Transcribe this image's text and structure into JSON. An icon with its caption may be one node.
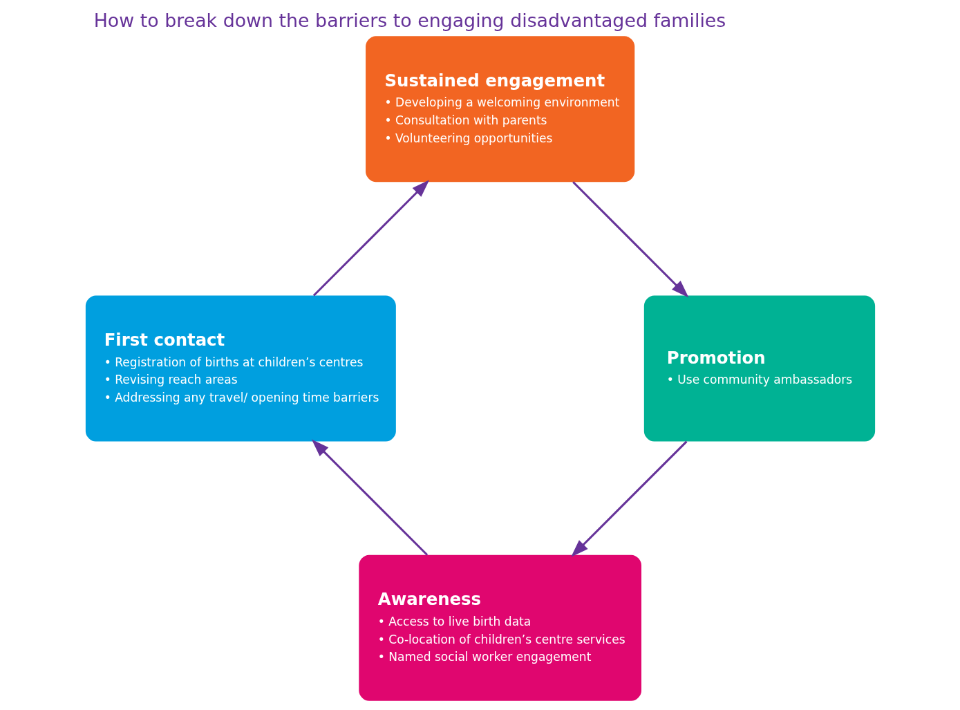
{
  "diagram": {
    "title": "How to break down the barriers to engaging disadvantaged families",
    "nodes": [
      {
        "text": [
          "Awareness",
          "• Access to live birth data",
          "• Co-location of children’s centre services",
          "• Named social worker engagement"
        ]
      },
      {
        "text": [
          "First contact",
          "• Registration of births at children’s centres",
          "• Revising reach areas",
          "• Addressing any travel/ opening time barriers"
        ]
      },
      {
        "text": [
          "Sustained engagement",
          "• Developing a welcoming environment",
          "• Consultation with parents",
          "• Volunteering opportunities"
        ]
      },
      {
        "text": [
          "Promotion",
          "• Use community ambassadors"
        ]
      }
    ],
    "edges": [
      {
        "from": 0,
        "to": 1,
        "arrow": "to"
      },
      {
        "from": 1,
        "to": 2,
        "arrow": "to"
      },
      {
        "from": 2,
        "to": 3,
        "arrow": "to"
      },
      {
        "from": 3,
        "to": 0,
        "arrow": "to"
      }
    ]
  }
}
